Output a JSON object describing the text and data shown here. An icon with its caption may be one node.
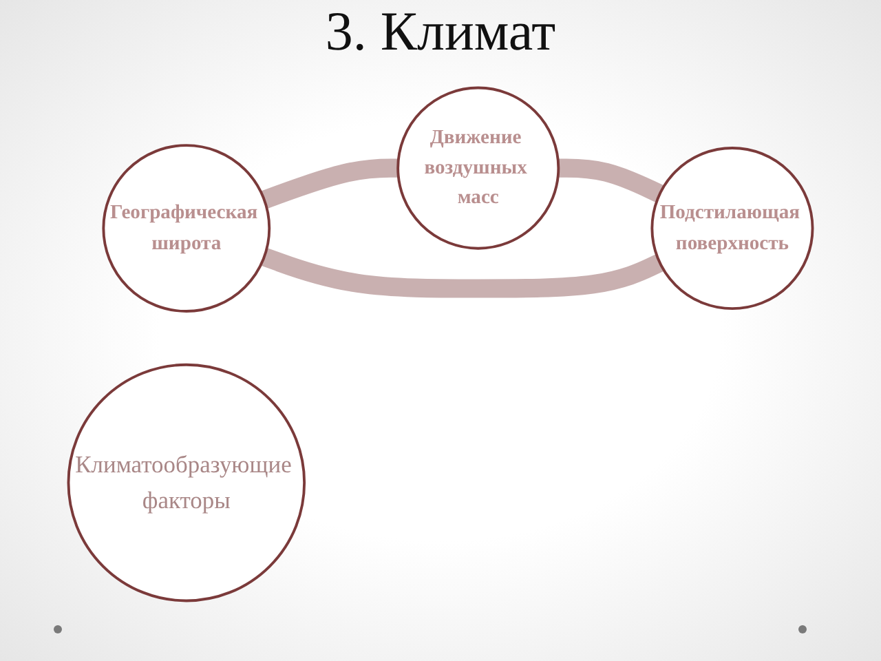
{
  "diagram": {
    "title": "3. Климат",
    "nodes": [
      {
        "text": [
          "Географическая широта"
        ]
      },
      {
        "text": [
          "Климатообразующие факторы"
        ]
      },
      {
        "text": [
          "Подстилающая поверхность"
        ]
      },
      {
        "text": [
          "Движение воздушных масс"
        ]
      }
    ],
    "edges": [
      {
        "from": 0,
        "to": 3,
        "arrow": "none"
      },
      {
        "from": 3,
        "to": 2,
        "arrow": "none"
      },
      {
        "from": 2,
        "to": 0,
        "arrow": "none"
      }
    ]
  }
}
